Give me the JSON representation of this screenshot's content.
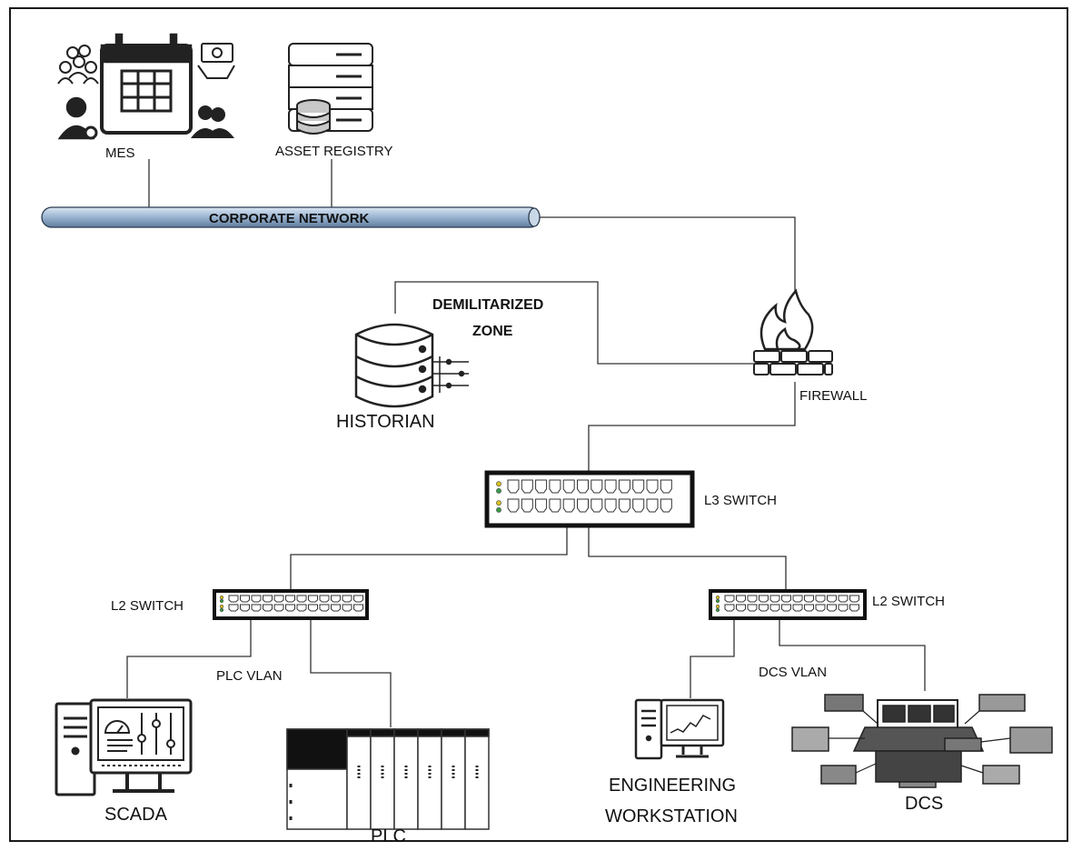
{
  "labels": {
    "mes": "MES",
    "asset_registry": "ASSET REGISTRY",
    "corporate_network": "CORPORATE NETWORK",
    "dmz_line1": "DEMILITARIZED",
    "dmz_line2": "ZONE",
    "historian": "HISTORIAN",
    "firewall": "FIREWALL",
    "l3_switch": "L3 SWITCH",
    "l2_switch_left": "L2 SWITCH",
    "l2_switch_right": "L2 SWITCH",
    "plc_vlan": "PLC VLAN",
    "dcs_vlan": "DCS VLAN",
    "scada": "SCADA",
    "plc": "PLC",
    "eng_line1": "ENGINEERING",
    "eng_line2": "WORKSTATION",
    "dcs": "DCS"
  },
  "colors": {
    "network_pipe": "#9fb8d4",
    "stroke": "#1a1a1a",
    "led_green": "#3a9a4a",
    "led_yellow": "#d8c020"
  }
}
